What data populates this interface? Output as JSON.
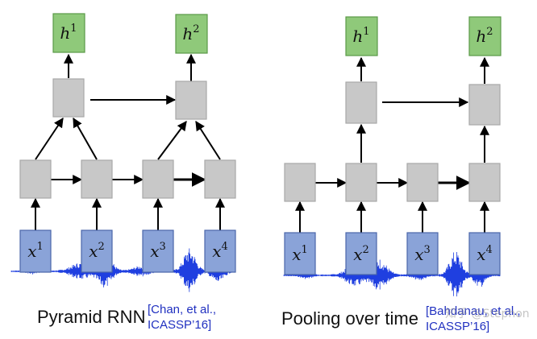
{
  "left_panel": {
    "caption": "Pyramid RNN",
    "ref_line1": "[Chan, et al.,",
    "ref_line2": "ICASSP’16]",
    "outputs": [
      {
        "base": "h",
        "sup": "1"
      },
      {
        "base": "h",
        "sup": "2"
      }
    ],
    "inputs": [
      {
        "base": "x",
        "sup": "1"
      },
      {
        "base": "x",
        "sup": "2"
      },
      {
        "base": "x",
        "sup": "3"
      },
      {
        "base": "x",
        "sup": "4"
      }
    ]
  },
  "right_panel": {
    "caption": "Pooling over time",
    "ref_line1": "[Bahdanau, et al.,",
    "ref_line2": "ICASSP’16]",
    "outputs": [
      {
        "base": "h",
        "sup": "1"
      },
      {
        "base": "h",
        "sup": "2"
      }
    ],
    "inputs": [
      {
        "base": "x",
        "sup": "1"
      },
      {
        "base": "x",
        "sup": "2"
      },
      {
        "base": "x",
        "sup": "3"
      },
      {
        "base": "x",
        "sup": "4"
      }
    ]
  },
  "watermark": "知乎 @Stephon",
  "colors": {
    "output_fill": "#8fc97a",
    "output_stroke": "#5a9a48",
    "hidden_fill": "#c8c8c8",
    "hidden_stroke": "#a8a8a8",
    "input_fill": "#8aa3d8",
    "input_stroke": "#4a66aa",
    "waveform": "#1f3fe0",
    "arrow": "#000000"
  }
}
